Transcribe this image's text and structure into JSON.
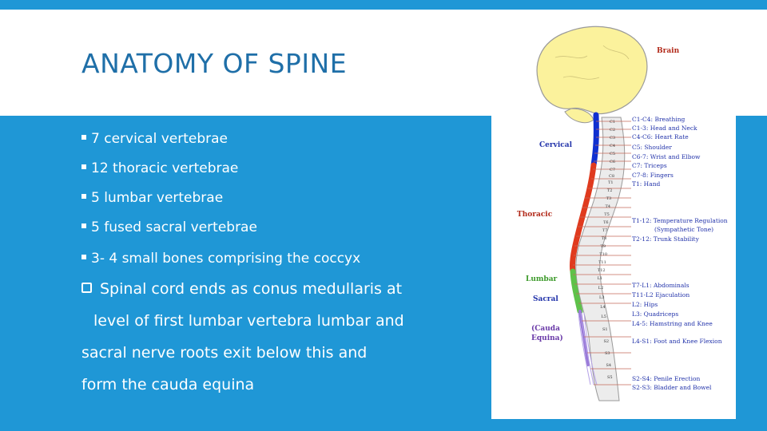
{
  "slide": {
    "title": "ANATOMY OF SPINE",
    "bullets": [
      "7 cervical vertebrae",
      "12 thoracic vertebrae",
      "5 lumbar vertebrae",
      "5 fused sacral vertebrae",
      "3- 4 small bones comprising the coccyx"
    ],
    "checked_point": {
      "line1": "Spinal cord ends as conus medullaris at",
      "line2": "level of first lumbar vertebra lumbar and",
      "line3": "sacral nerve roots exit below this and",
      "line4": "form the  cauda equina"
    }
  },
  "figure": {
    "brain_label": "Brain",
    "regions": {
      "cervical": "Cervical",
      "thoracic": "Thoracic",
      "lumbar": "Lumbar",
      "sacral": "Sacral",
      "cauda1": "(Cauda",
      "cauda2": "Equina)"
    },
    "functions": [
      "C1-C4:  Breathing",
      "C1-3:  Head and Neck",
      "C4-C6:  Heart Rate",
      "C5:  Shoulder",
      "C6-7:  Wrist and Elbow",
      "C7:  Triceps",
      "C7-8:  Fingers",
      "T1:  Hand",
      "T1-12:  Temperature Regulation",
      "(Sympathetic Tone)",
      "T2-12:  Trunk Stability",
      "T7-L1:  Abdominals",
      "T11-L2  Ejaculation",
      "L2:  Hips",
      "L3:  Quadriceps",
      "L4-5:  Hamstring and Knee",
      "L4-S1:  Foot and Knee Flexion",
      "S2-S4:  Penile Erection",
      "S2-S3:  Bladder and Bowel"
    ],
    "vertebra_labels": [
      "C1",
      "C2",
      "C3",
      "C4",
      "C5",
      "C6",
      "C7",
      "C8",
      "T1",
      "T2",
      "T3",
      "T4",
      "T5",
      "T6",
      "T7",
      "T8",
      "T9",
      "T10",
      "T11",
      "T12",
      "L1",
      "L2",
      "L3",
      "L4",
      "L5",
      "S1",
      "S2",
      "S3",
      "S4",
      "S5"
    ]
  },
  "colors": {
    "background": "#1f97d6",
    "title": "#1f6fa8",
    "brain": "#fbf29c",
    "cervical_cord": "#1030d0",
    "thoracic_cord": "#e03a1e",
    "lumbar_cord": "#5ec24a",
    "sacral_cord": "#9a7ad8",
    "label_text": "#2233aa",
    "region_red": "#b22a1a"
  }
}
